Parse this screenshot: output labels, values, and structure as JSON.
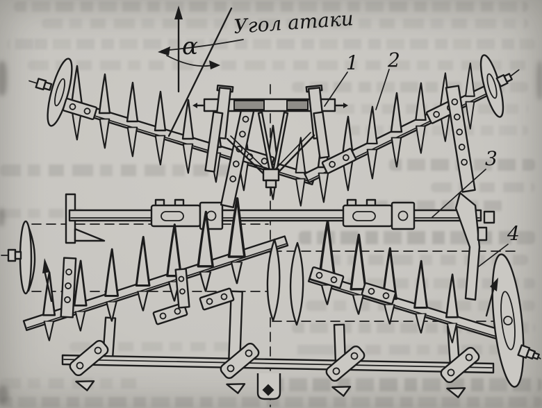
{
  "figure": {
    "type": "scanned-book-line-drawing",
    "subject": "disc harrow with four disc gangs, plan view",
    "annotations": {
      "angle_label": "Угол атаки",
      "angle_symbol": "α",
      "parts": [
        {
          "number": "1"
        },
        {
          "number": "2"
        },
        {
          "number": "3"
        },
        {
          "number": "4"
        }
      ]
    },
    "colors": {
      "paper": "#c8c6c1",
      "ink": "#1c1c1c"
    }
  }
}
